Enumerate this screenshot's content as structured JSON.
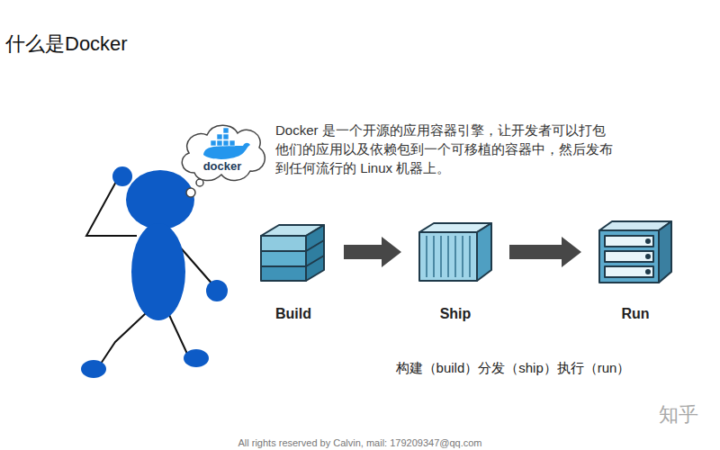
{
  "diagram": {
    "title": "什么是Docker",
    "caption": "构建（build）分发（ship）执行（run）",
    "nodes": [
      {
        "text": [
          "docker"
        ]
      },
      {
        "text": [
          "Build"
        ]
      },
      {
        "text": [
          "Ship"
        ]
      },
      {
        "text": [
          "Run"
        ]
      }
    ],
    "edges": [
      {
        "from": 1,
        "to": 2,
        "arrow": "to"
      },
      {
        "from": 2,
        "to": 3,
        "arrow": "to"
      }
    ],
    "labels": [
      "Docker 是一个开源的应用容器引擎，让开发者可以打包他们的应用以及依赖包到一个可移植的容器中，然后发布到任何流行的 Linux 机器上。",
      "All rights reserved by Calvin, mail: 179209347@qq.com",
      "知乎"
    ]
  }
}
